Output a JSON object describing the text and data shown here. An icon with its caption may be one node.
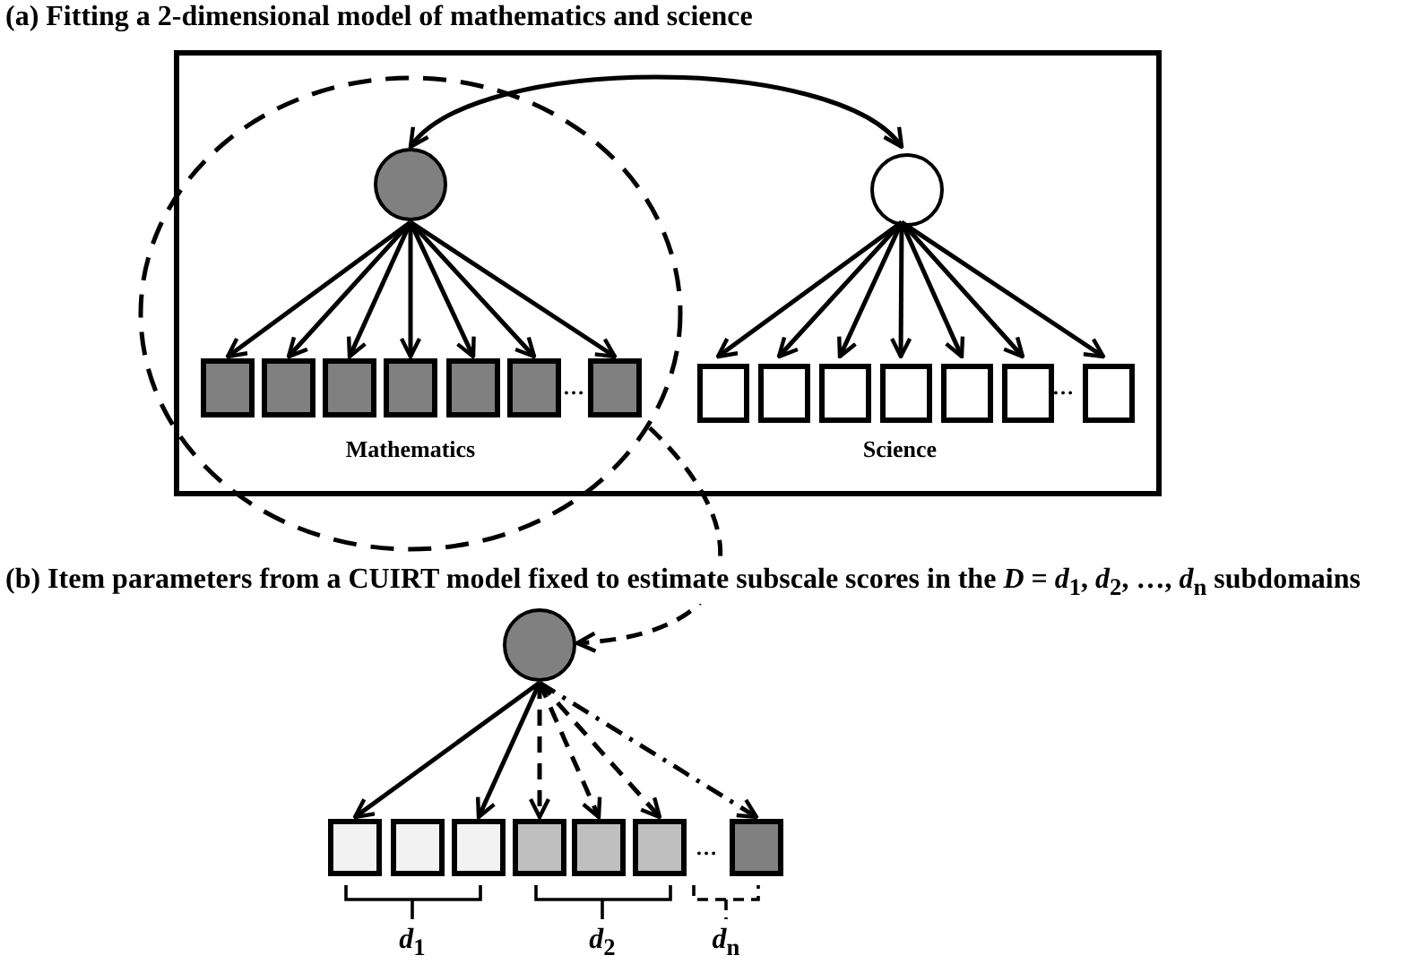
{
  "diagram": {
    "title": "(a) Fitting a 2-dimensional model of mathematics and science",
    "nodes": [
      {
        "text": [],
        "shape": "box"
      },
      {
        "text": [],
        "shape": "ellipse"
      },
      {
        "text": [],
        "shape": "circle",
        "in": 1
      },
      {
        "text": [],
        "shape": "box",
        "in": 1
      },
      {
        "text": [],
        "shape": "box",
        "in": 1
      },
      {
        "text": [],
        "shape": "box",
        "in": 1
      },
      {
        "text": [],
        "shape": "box",
        "in": 1
      },
      {
        "text": [],
        "shape": "box",
        "in": 1
      },
      {
        "text": [],
        "shape": "box",
        "in": 1
      },
      {
        "text": [],
        "shape": "box",
        "in": 1
      },
      {
        "text": [],
        "shape": "circle",
        "in": 0
      },
      {
        "text": [],
        "shape": "box",
        "in": 0
      },
      {
        "text": [],
        "shape": "box",
        "in": 0
      },
      {
        "text": [],
        "shape": "box",
        "in": 0
      },
      {
        "text": [],
        "shape": "box",
        "in": 0
      },
      {
        "text": [],
        "shape": "box",
        "in": 0
      },
      {
        "text": [],
        "shape": "box",
        "in": 0
      },
      {
        "text": [],
        "shape": "box",
        "in": 0
      },
      {
        "text": [],
        "shape": "circle"
      },
      {
        "text": [],
        "shape": "box"
      },
      {
        "text": [],
        "shape": "box"
      },
      {
        "text": [],
        "shape": "box"
      },
      {
        "text": [],
        "shape": "box"
      },
      {
        "text": [],
        "shape": "box"
      },
      {
        "text": [],
        "shape": "box"
      },
      {
        "text": [],
        "shape": "box"
      }
    ],
    "edges": [
      {
        "from": 2,
        "to": 10,
        "arrow": "both"
      },
      {
        "from": 2,
        "to": 3,
        "arrow": "to"
      },
      {
        "from": 2,
        "to": 4,
        "arrow": "to"
      },
      {
        "from": 2,
        "to": 5,
        "arrow": "to"
      },
      {
        "from": 2,
        "to": 6,
        "arrow": "to"
      },
      {
        "from": 2,
        "to": 7,
        "arrow": "to"
      },
      {
        "from": 2,
        "to": 8,
        "arrow": "to"
      },
      {
        "from": 2,
        "to": 9,
        "arrow": "to"
      },
      {
        "from": 10,
        "to": 11,
        "arrow": "to"
      },
      {
        "from": 10,
        "to": 12,
        "arrow": "to"
      },
      {
        "from": 10,
        "to": 13,
        "arrow": "to"
      },
      {
        "from": 10,
        "to": 14,
        "arrow": "to"
      },
      {
        "from": 10,
        "to": 15,
        "arrow": "to"
      },
      {
        "from": 10,
        "to": 16,
        "arrow": "to"
      },
      {
        "from": 10,
        "to": 17,
        "arrow": "to"
      },
      {
        "from": 1,
        "to": 18,
        "arrow": "to",
        "style": "dashed"
      },
      {
        "from": 18,
        "to": 19,
        "arrow": "to"
      },
      {
        "from": 18,
        "to": 21,
        "arrow": "to"
      },
      {
        "from": 18,
        "to": 22,
        "arrow": "to",
        "style": "dashed"
      },
      {
        "from": 18,
        "to": 23,
        "arrow": "to",
        "style": "dashed"
      },
      {
        "from": 18,
        "to": 24,
        "arrow": "to",
        "style": "dashed"
      },
      {
        "from": 18,
        "to": 25,
        "arrow": "to",
        "style": "dashed"
      }
    ],
    "labels": [
      "…",
      "…",
      "Mathematics",
      "Science",
      "(b) Item parameters from a CUIRT model fixed to estimate subscale scores in the *D* = *d*$_{1}$, *d*$_{2}$, …, *d*$_{n}$  subdomains",
      "…",
      "*d*$_{1}$",
      "*d*$_{2}$",
      "*d*$_{n}$"
    ]
  }
}
